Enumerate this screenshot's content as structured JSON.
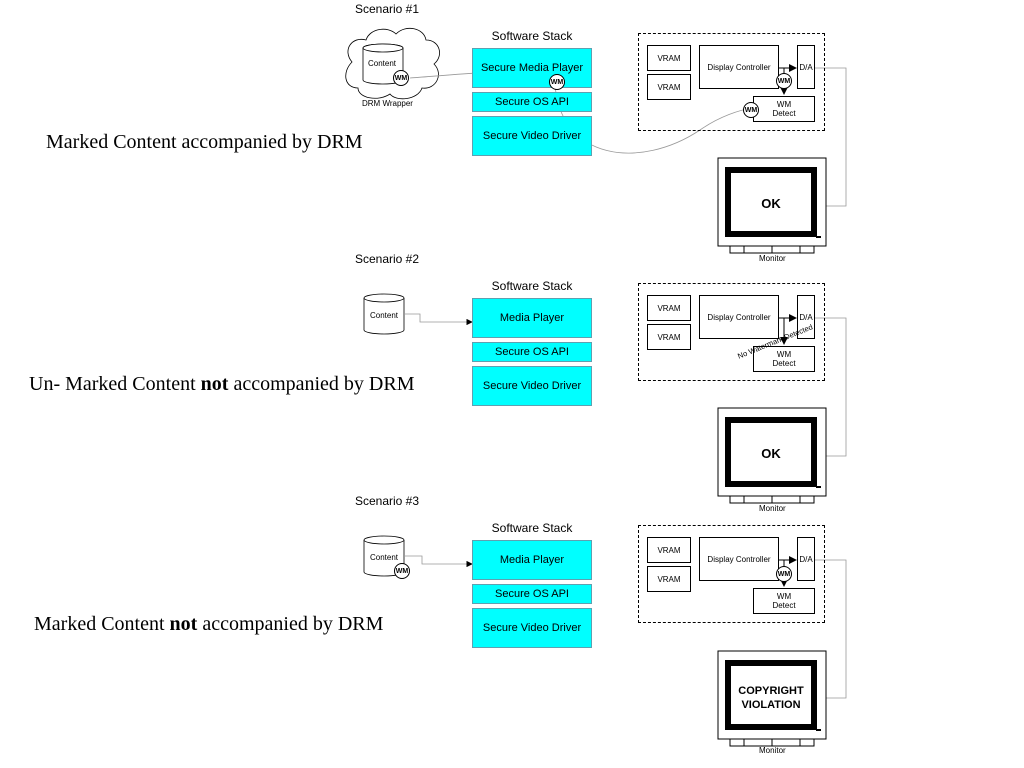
{
  "scenarios": [
    {
      "title": "Scenario #1",
      "caption": {
        "before": "Marked Content accompanied by DRM",
        "bold": "",
        "after": ""
      },
      "content_label": "Content",
      "wrapper_label": "DRM Wrapper",
      "stack_title": "Software Stack",
      "stack": [
        "Secure Media Player",
        "Secure OS API",
        "Secure Video Driver"
      ],
      "hw": {
        "vram1": "VRAM",
        "vram2": "VRAM",
        "controller": "Display Controller",
        "da": "D/A",
        "wm_detect": "WM\nDetect"
      },
      "screen": "OK",
      "monitor_label": "Monitor",
      "wm": "WM"
    },
    {
      "title": "Scenario #2",
      "caption": {
        "before": "Un- Marked Content ",
        "bold": "not",
        "after": " accompanied by DRM"
      },
      "content_label": "Content",
      "stack_title": "Software Stack",
      "stack": [
        "Media Player",
        "Secure OS API",
        "Secure Video Driver"
      ],
      "hw": {
        "vram1": "VRAM",
        "vram2": "VRAM",
        "controller": "Display Controller",
        "da": "D/A",
        "wm_detect": "WM\nDetect"
      },
      "detect_note": "No Watermark Detected",
      "screen": "OK",
      "monitor_label": "Monitor"
    },
    {
      "title": "Scenario #3",
      "caption": {
        "before": "Marked Content ",
        "bold": "not",
        "after": " accompanied by DRM"
      },
      "content_label": "Content",
      "stack_title": "Software Stack",
      "stack": [
        "Media Player",
        "Secure OS API",
        "Secure Video Driver"
      ],
      "hw": {
        "vram1": "VRAM",
        "vram2": "VRAM",
        "controller": "Display Controller",
        "da": "D/A",
        "wm_detect": "WM\nDetect"
      },
      "screen": "COPYRIGHT\nVIOLATION",
      "monitor_label": "Monitor",
      "wm": "WM"
    }
  ],
  "colors": {
    "stack_fill": "#00ffff",
    "line": "#000000",
    "connector": "#999999"
  }
}
